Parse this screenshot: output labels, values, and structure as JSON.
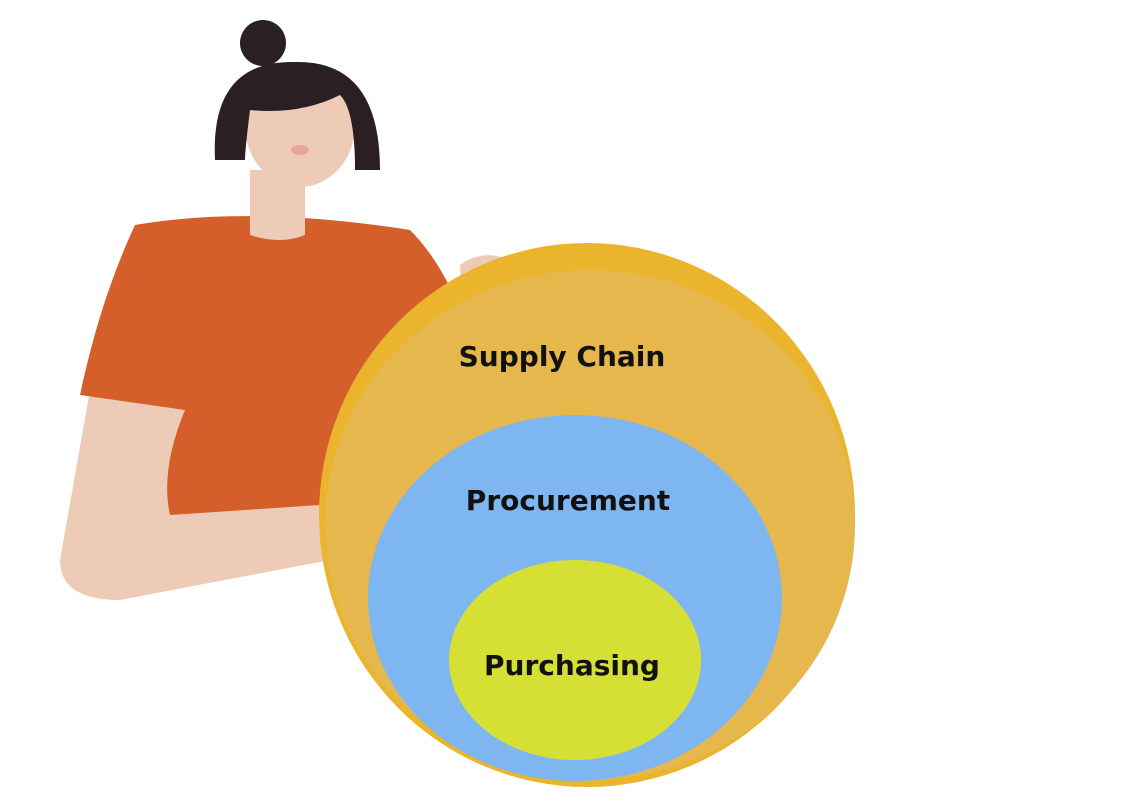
{
  "diagram": {
    "outer_label": "Supply Chain",
    "middle_label": "Procurement",
    "inner_label": "Purchasing"
  },
  "colors": {
    "outer_rim": "#EAB52C",
    "outer": "#E5B74C",
    "middle": "#7EB6F2",
    "inner": "#D6DF34",
    "shirt": "#D45F2B",
    "skin": "#EECBB7",
    "hair": "#2A2023"
  }
}
